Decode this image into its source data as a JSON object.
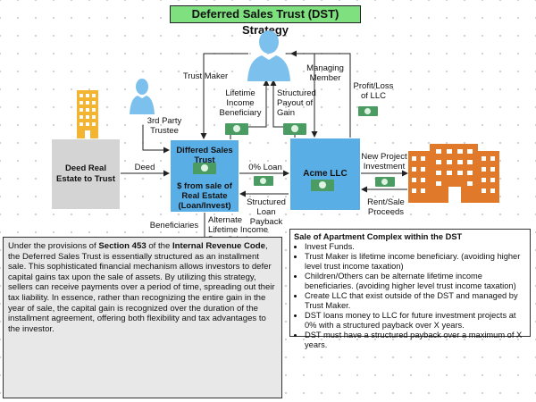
{
  "title": "Deferred Sales Trust (DST) Strategy",
  "boxes": {
    "deed_real_estate": "Deed Real Estate to Trust",
    "dst_line1": "Differed Sales Trust",
    "dst_line2": "$ from sale of Real Estate (Loan/Invest)",
    "acme": "Acme LLC"
  },
  "labels": {
    "trust_maker": "Trust Maker",
    "managing_member": "Managing Member",
    "third_party_trustee": "3rd Party Trustee",
    "lifetime_income_beneficiary": "Lifetime Income Beneficiary",
    "structured_payout_of_gain": "Structured Payout of Gain",
    "profit_loss_llc": "Profit/Loss of LLC",
    "deed": "Deed",
    "loan_0pct": "0% Loan",
    "new_project_investment": "New Project Investment",
    "structured_loan_payback": "Structured Loan Payback",
    "rent_sale_proceeds": "Rent/Sale Proceeds",
    "beneficiaries": "Beneficiaries",
    "alternate_lifetime_income_beneficiaries": "Alternate Lifetime Income Beneficiaries"
  },
  "note_left": {
    "p1": "Under the provisions of ",
    "section": "Section 453",
    "p2": " of the ",
    "irc": "Internal Revenue Code",
    "p3": ", the Deferred Sales Trust is essentially structured as an installment sale. This sophisticated financial mechanism allows investors to defer capital gains tax upon the sale of assets. By utilizing this strategy, sellers can receive payments over a period of time, spreading out their tax liability. In essence, rather than recognizing the entire gain in the year of sale, the capital gain is recognized over the duration of the installment agreement, offering both flexibility and tax advantages to the investor."
  },
  "note_right": {
    "heading": "Sale of Apartment Complex within the DST",
    "bullets": [
      "Invest Funds.",
      "Trust Maker is lifetime income beneficiary. (avoiding higher level trust income taxation)",
      "Children/Others can be alternate lifetime income beneficiaries. (avoiding higher level trust income taxation)",
      "Create LLC that exist outside of the DST and managed by Trust Maker.",
      "DST loans money to LLC for future investment projects at 0% with a structured payback over X years.",
      "DST must have a structured payback over a maximum of X years."
    ]
  },
  "colors": {
    "title_bg": "#7ee07e",
    "box_blue": "#5aaee6",
    "box_grey": "#d4d4d4",
    "person": "#7cc1ee",
    "money": "#4a9c62",
    "building_left": "#f3b531",
    "building_right": "#e07a2a"
  },
  "icons": [
    "person-icon",
    "office-building-icon",
    "apartment-building-icon",
    "money-icon"
  ]
}
